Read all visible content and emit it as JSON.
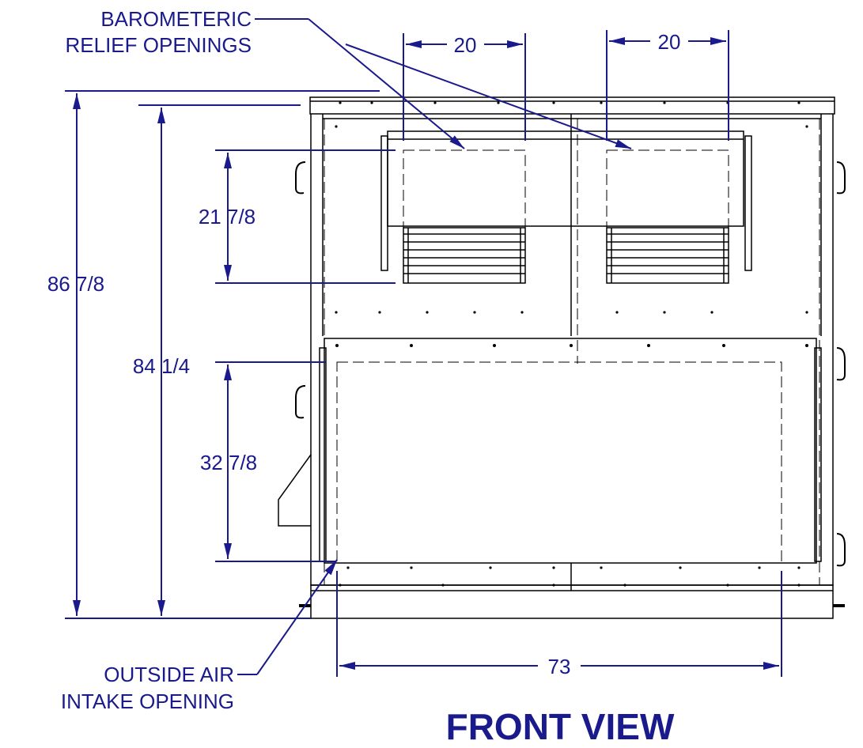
{
  "title": "FRONT VIEW",
  "labels": {
    "barometric_line1": "BAROMETERIC",
    "barometric_line2": "RELIEF OPENINGS",
    "outside_line1": "OUTSIDE AIR",
    "outside_line2": "INTAKE OPENING"
  },
  "dimensions": {
    "overall_height": "86 7/8",
    "cabinet_height": "84 1/4",
    "relief_height": "21 7/8",
    "intake_height": "32 7/8",
    "relief_width_left": "20",
    "relief_width_right": "20",
    "intake_width": "73"
  },
  "colors": {
    "dimension": "#1a1a8c",
    "outline": "#000000"
  }
}
